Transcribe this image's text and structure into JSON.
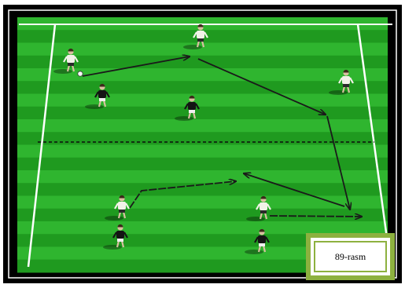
{
  "caption": {
    "label": "89-rasm"
  },
  "colors": {
    "pitch_light": "#2fb52f",
    "pitch_dark": "#1f9a1f",
    "frame": "#000000",
    "line": "#ffffff",
    "arrow": "#1a1a1a",
    "team_white": "#f2f2e8",
    "team_black": "#141414",
    "caption_border": "#8db13f"
  },
  "players": [
    {
      "id": "p1",
      "team": "white",
      "with_ball": true
    },
    {
      "id": "p2",
      "team": "white",
      "with_ball": false
    },
    {
      "id": "p3",
      "team": "white",
      "with_ball": false
    },
    {
      "id": "p4",
      "team": "black",
      "with_ball": false
    },
    {
      "id": "p5",
      "team": "black",
      "with_ball": false
    },
    {
      "id": "p6",
      "team": "white",
      "with_ball": false
    },
    {
      "id": "p7",
      "team": "white",
      "with_ball": false
    },
    {
      "id": "p8",
      "team": "black",
      "with_ball": false
    },
    {
      "id": "p9",
      "team": "black",
      "with_ball": false
    }
  ],
  "movements": [
    {
      "id": "m1",
      "type": "pass",
      "style": "solid"
    },
    {
      "id": "m2",
      "type": "pass",
      "style": "solid"
    },
    {
      "id": "m3",
      "type": "pass",
      "style": "solid"
    },
    {
      "id": "m4",
      "type": "run",
      "style": "dashed"
    },
    {
      "id": "m5",
      "type": "pass",
      "style": "solid"
    },
    {
      "id": "m6",
      "type": "run",
      "style": "dashed"
    }
  ]
}
